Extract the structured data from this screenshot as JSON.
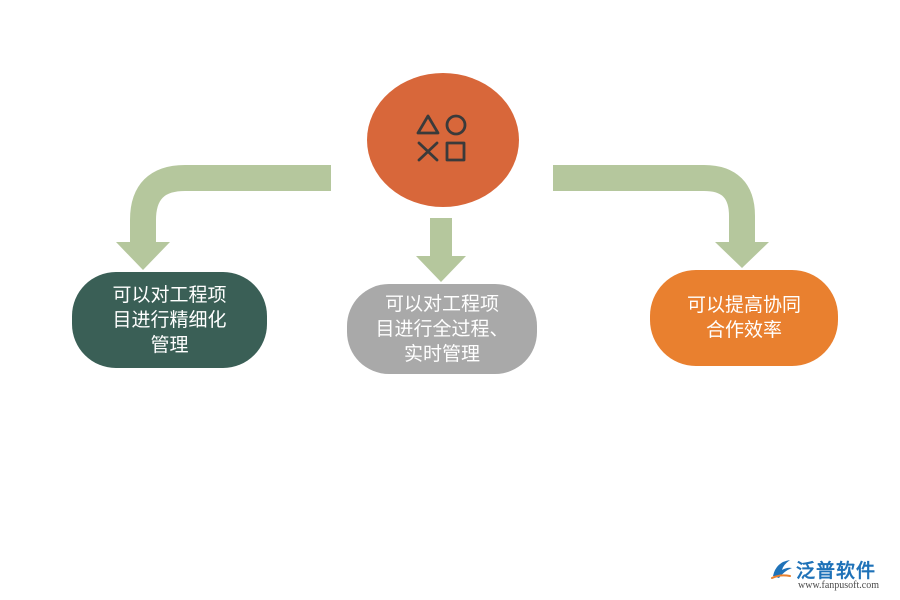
{
  "colors": {
    "background": "#ffffff",
    "arrow": "#b5c79d",
    "top_circle": "#d8673a",
    "left_node": "#3a5f56",
    "center_node": "#a9a9a9",
    "right_node": "#e9802f",
    "icon_stroke": "#3a3a3a"
  },
  "top_node": {
    "icon": "triangle-circle-cross-square-icon"
  },
  "nodes": {
    "left": {
      "label": "可以对工程项\n目进行精细化\n管理"
    },
    "center": {
      "label": "可以对工程项\n目进行全过程、\n实时管理"
    },
    "right": {
      "label": "可以提高协同\n合作效率"
    }
  },
  "watermark": {
    "title": "泛普软件",
    "url": "www.fanpusoft.com",
    "icon": "fanpu-logo-icon"
  }
}
